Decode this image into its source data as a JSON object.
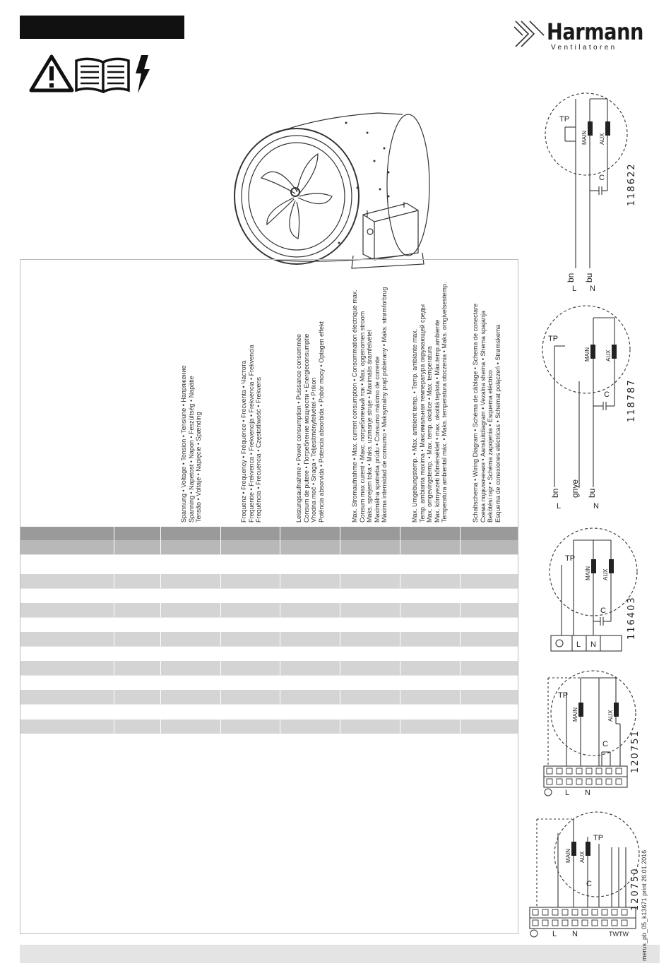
{
  "brand": {
    "name": "Harmann",
    "subtitle": "Ventilatoren"
  },
  "icons": [
    "warning-triangle-icon",
    "manual-book-icon",
    "lightning-icon"
  ],
  "columns": [
    {
      "lines": [
        "Spannung • Voltage • Tension • Tensiune • Напряжение",
        "Spanning • Napetost • Napon • Feszültség • Napätie",
        "Tensão • Voltaje • Napięcie • Spænding"
      ]
    },
    {
      "lines": [
        "Frequenz • Frequency • Fréquence • Frecventa • Частота",
        "Frequentie • Frekvenca • Frekvencija • Frekvencia • Frekvencia",
        "Frequência • Frecuencia • Częstotliwość • Frekvens"
      ]
    },
    {
      "lines": [
        "Leistungsaufnahme • Power consumption • Puissance consommée",
        "Consum de putere • Потребление мощности • Energieconsumptie",
        "Vhodna moč • Snaga • Teljesítményfelvétel • Príkon",
        "Potência absorvida • Potencia absorbida • Pobór mocy • Optagen effekt"
      ]
    },
    {
      "lines": [
        "Max. Stromaufnahme • Max. current consumption • Consommation électrique max.",
        "Consum max curent • Макс. потребляемый ток • Max. opgenomen stroom",
        "Maks. sprejem toka • Maks. uzimanje struje • Maximális áramfelvétel",
        "Maximálna spotreba prúdu • Consumo máximo de corrente",
        "Máxima intensidad de consumo • Maksymalny prąd pobierany • Maks. strømforbrug"
      ]
    },
    {
      "lines": [
        "Max. Umgebungstemp. • Max. ambient temp. • Temp. ambiante max.",
        "Temp. ambianta maxima • Максимальная температура окружающей среды",
        "Max. omgevingstemp. • Max. temp. okolice • Max. temperatura",
        "Max. környezeti hőmérséklet • max. okolitá teplota • Máx.temp.ambiente",
        "Temperatura ambiental máx. • Maks. temperatura otoczenia • Maks. omgivelsestemp."
      ]
    },
    {
      "lines": [
        "Schaltschema • Wiring Diagram • Schéma de câblage • Schema de conectare",
        "Схема подключения • Aansluitdiagram • Vezalna shema • Shema spajanja",
        "Bekötési rajz • Schéma zapojenia • Esquema eléctrico",
        "Esquema de conexiones eléctricas • Schemat połączeń • Strømskema"
      ]
    }
  ],
  "diagrams": [
    {
      "code": "118622",
      "tp": "TP",
      "main": "MAIN",
      "aux": "AUX",
      "cap": "C",
      "wire1": "bn",
      "wire2": "bu",
      "term1": "L",
      "term2": "N"
    },
    {
      "code": "118787",
      "tp": "TP",
      "main": "MAIN",
      "aux": "AUX",
      "cap": "C",
      "wire1": "bn",
      "wire_e": "gnye",
      "wire2": "bu",
      "term1": "L",
      "term2": "N"
    },
    {
      "code": "116403",
      "tp": "TP",
      "main": "MAIN",
      "aux": "AUX",
      "cap": "C",
      "term1": "L",
      "term2": "N"
    },
    {
      "code": "120751",
      "tp": "TP",
      "main": "MAIN",
      "aux": "AUX",
      "cap": "C",
      "term1": "L",
      "term2": "N"
    },
    {
      "code": "120750",
      "tp": "TP",
      "main": "MAIN",
      "aux": "AUX",
      "cap": "C",
      "term1": "L",
      "term2": "N",
      "term3": "TWTW"
    }
  ],
  "footer": "merus_pb_05_k13671  print 26.01.2016"
}
